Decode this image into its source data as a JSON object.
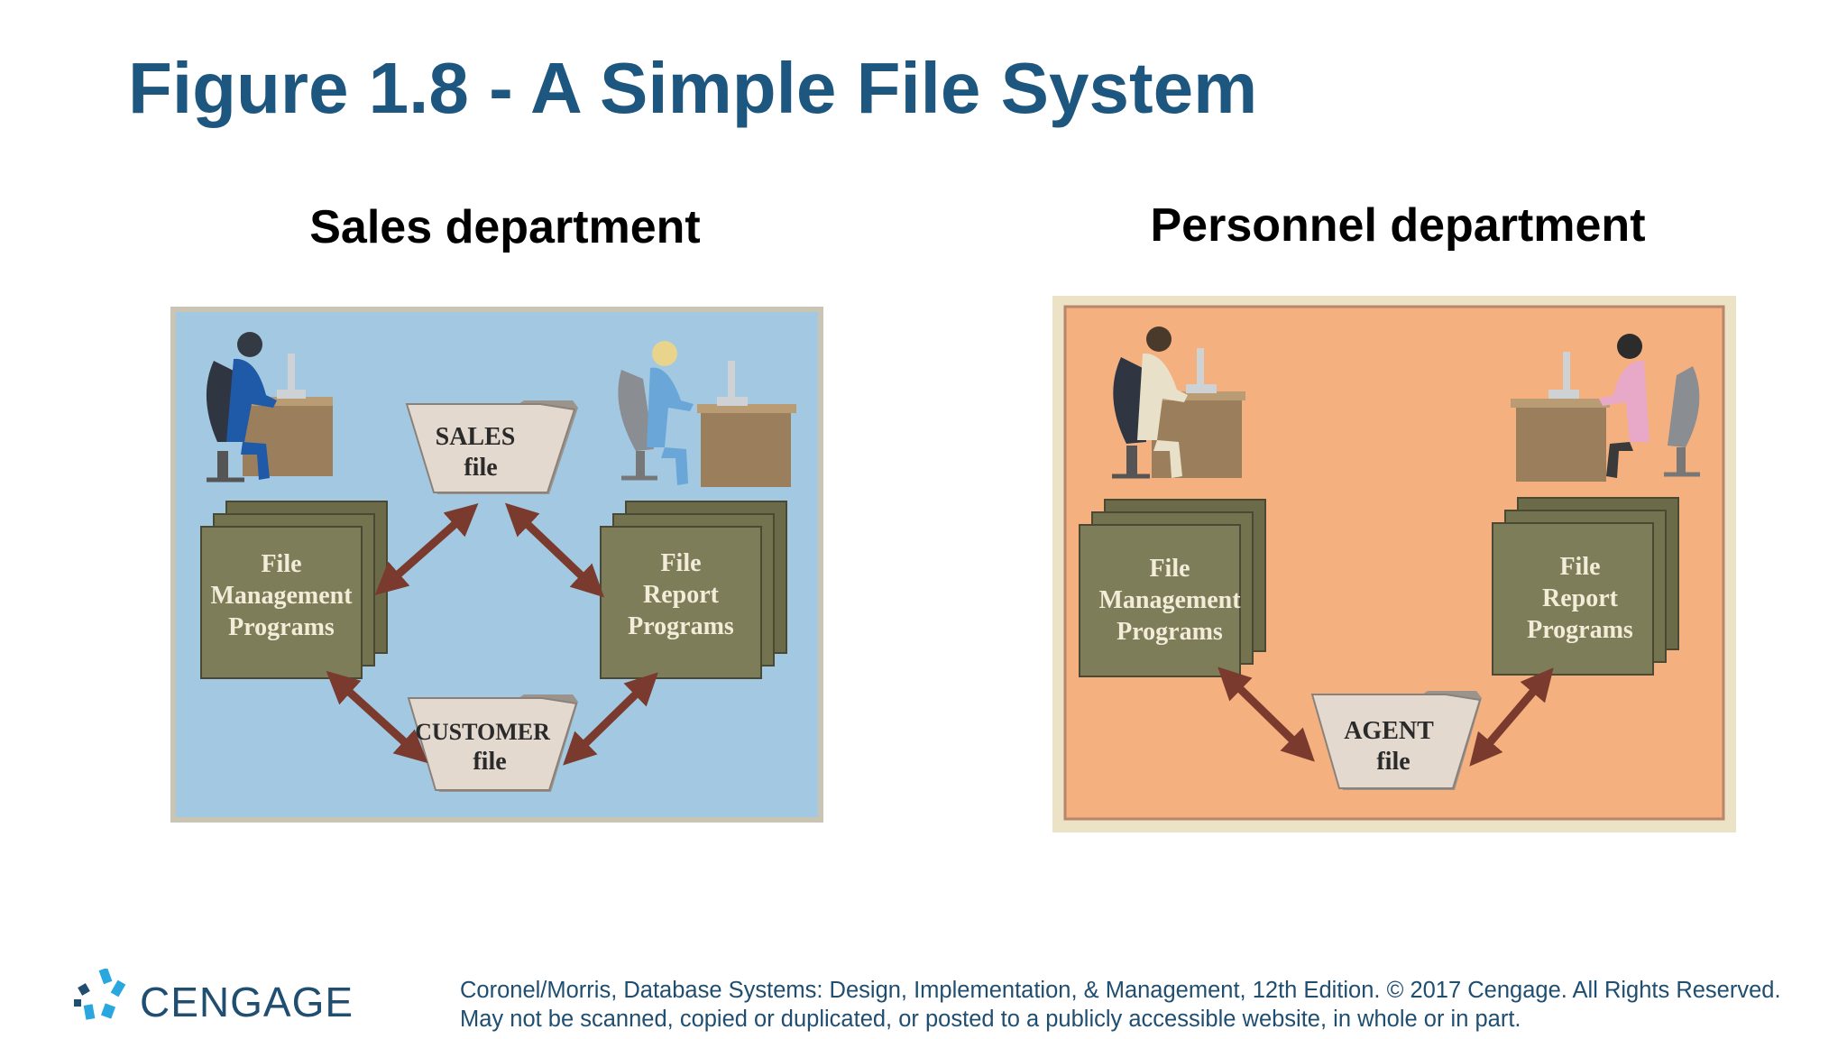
{
  "slide": {
    "title": "Figure 1.8 - A Simple File System"
  },
  "sales": {
    "heading": "Sales department",
    "programs_left": [
      "File",
      "Management",
      "Programs"
    ],
    "programs_right": [
      "File",
      "Report",
      "Programs"
    ],
    "file_top": [
      "SALES",
      "file"
    ],
    "file_bottom": [
      "CUSTOMER",
      "file"
    ],
    "background_color": "#a3c9e2"
  },
  "personnel": {
    "heading": "Personnel department",
    "programs_left": [
      "File",
      "Management",
      "Programs"
    ],
    "programs_right": [
      "File",
      "Report",
      "Programs"
    ],
    "file_bottom": [
      "AGENT",
      "file"
    ],
    "background_color": "#f5b080"
  },
  "footer": {
    "brand": "CENGAGE",
    "line1": "Coronel/Morris, Database Systems: Design, Implementation, & Management, 12th Edition. © 2017 Cengage. All Rights Reserved.",
    "line2": "May not be scanned, copied or duplicated, or posted to a publicly accessible website, in whole or in part."
  },
  "colors": {
    "title": "#1d567e",
    "program_box": "#7d7d5a",
    "arrow": "#7b3a2e",
    "folder": "#e4d9cf"
  }
}
